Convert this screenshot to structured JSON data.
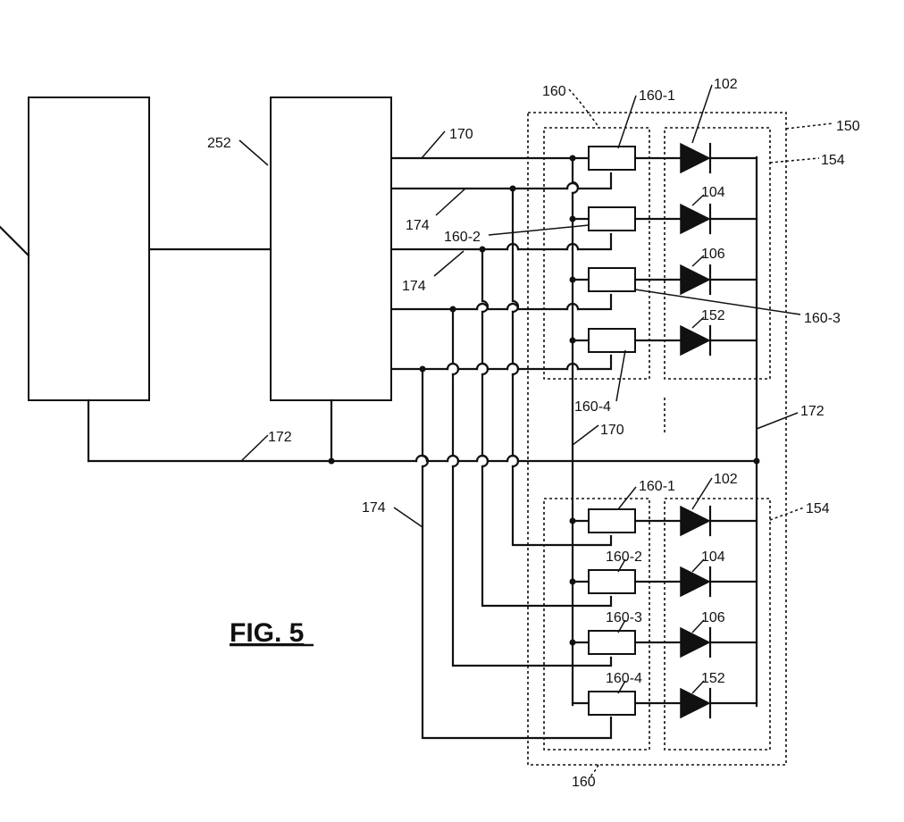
{
  "figure": {
    "title": "FIG. 5",
    "labels": {
      "controller": "252",
      "led_unit": "150",
      "driver_group": "160",
      "driver_1": "160-1",
      "driver_2": "160-2",
      "driver_3": "160-3",
      "driver_4": "160-4",
      "led_group": "154",
      "led_1": "102",
      "led_2": "104",
      "led_3": "106",
      "led_4": "152",
      "data_line": "170",
      "ground_line": "172",
      "control_line": "174"
    }
  }
}
